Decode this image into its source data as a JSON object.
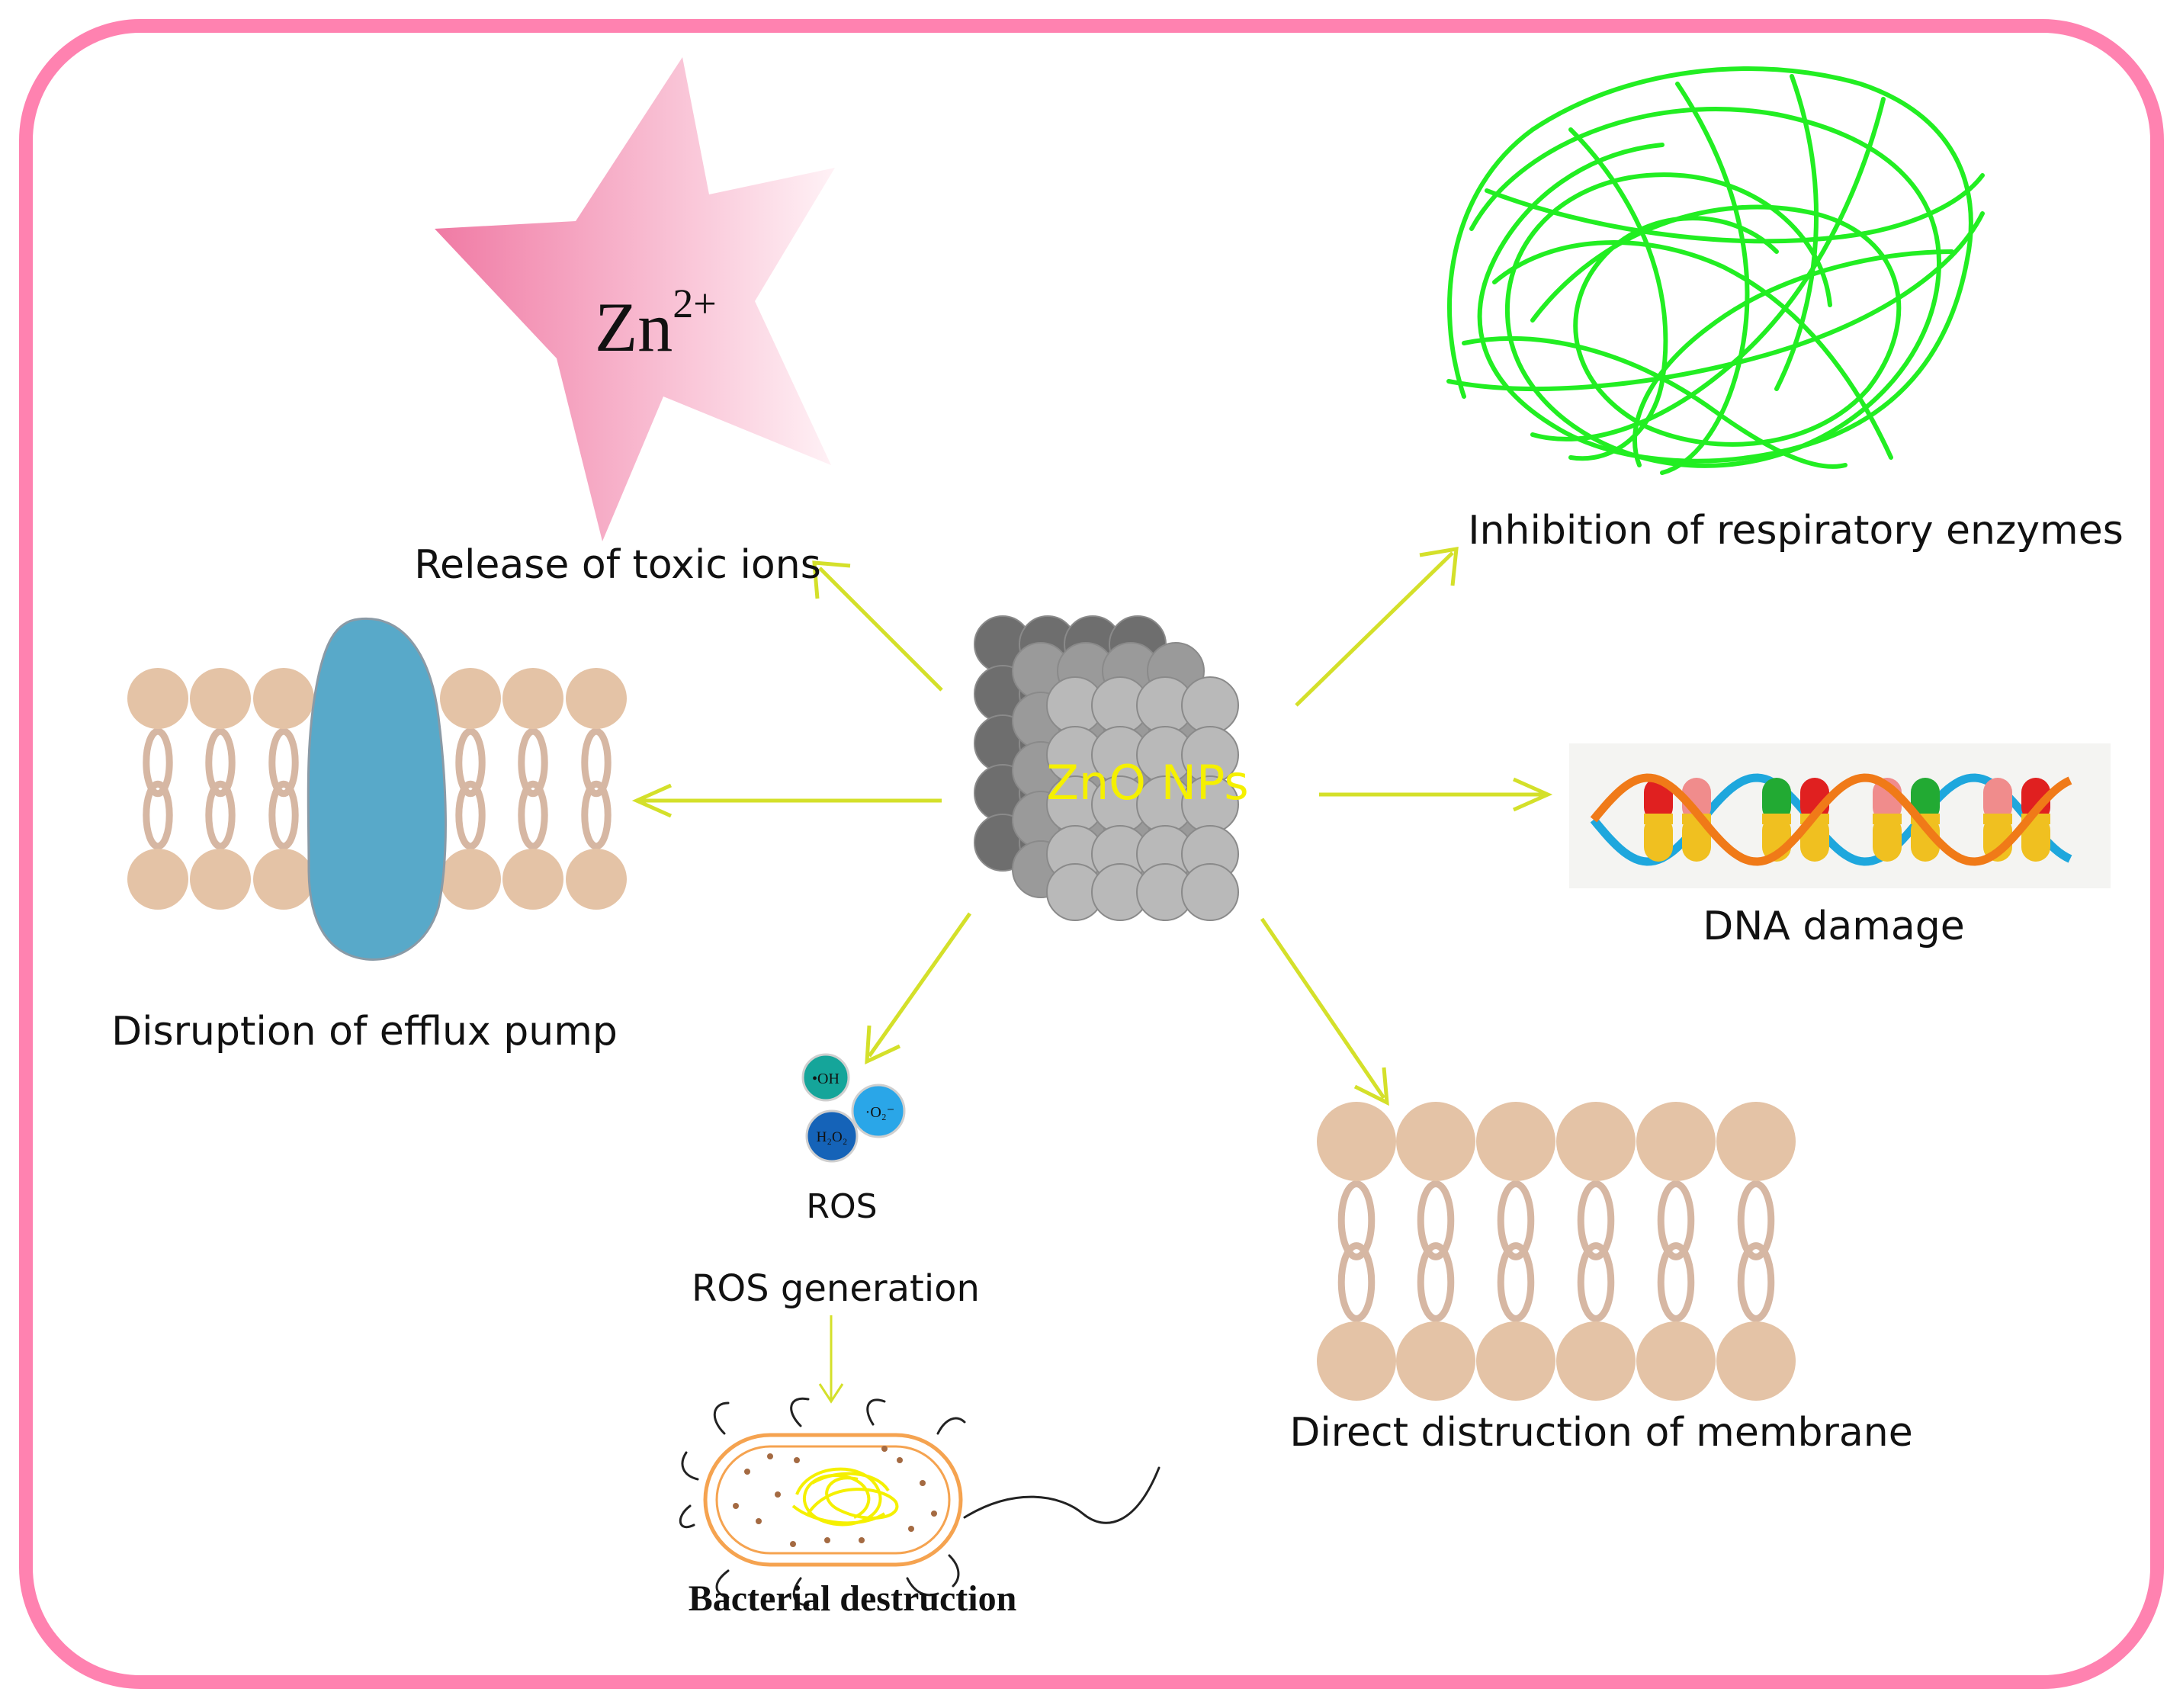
{
  "center": {
    "label": "ZnO NPs",
    "label_color": "#f5f000"
  },
  "mechanisms": {
    "toxic_ions": {
      "ion_base": "Zn",
      "ion_charge": "2+",
      "label": "Release of toxic ions"
    },
    "respiratory": {
      "label": "Inhibition of respiratory enzymes"
    },
    "dna": {
      "label": "DNA damage"
    },
    "efflux": {
      "label": "Disruption of efflux pump"
    },
    "ros": {
      "species": [
        "•OH",
        "·O₂⁻",
        "H₂O₂"
      ],
      "caption": "ROS",
      "label": "ROS generation",
      "result_label": "Bacterial destruction"
    },
    "membrane": {
      "label": "Direct distruction of membrane"
    }
  },
  "colors": {
    "frame": "#ff82b0",
    "arrow": "#d4e02a",
    "lipid_head": "#e4c3a6",
    "lipid_tail": "#d6b7a3",
    "pump": "#58a9c9",
    "enzyme_coil": "#22ee22",
    "star": "#f07aa4"
  }
}
